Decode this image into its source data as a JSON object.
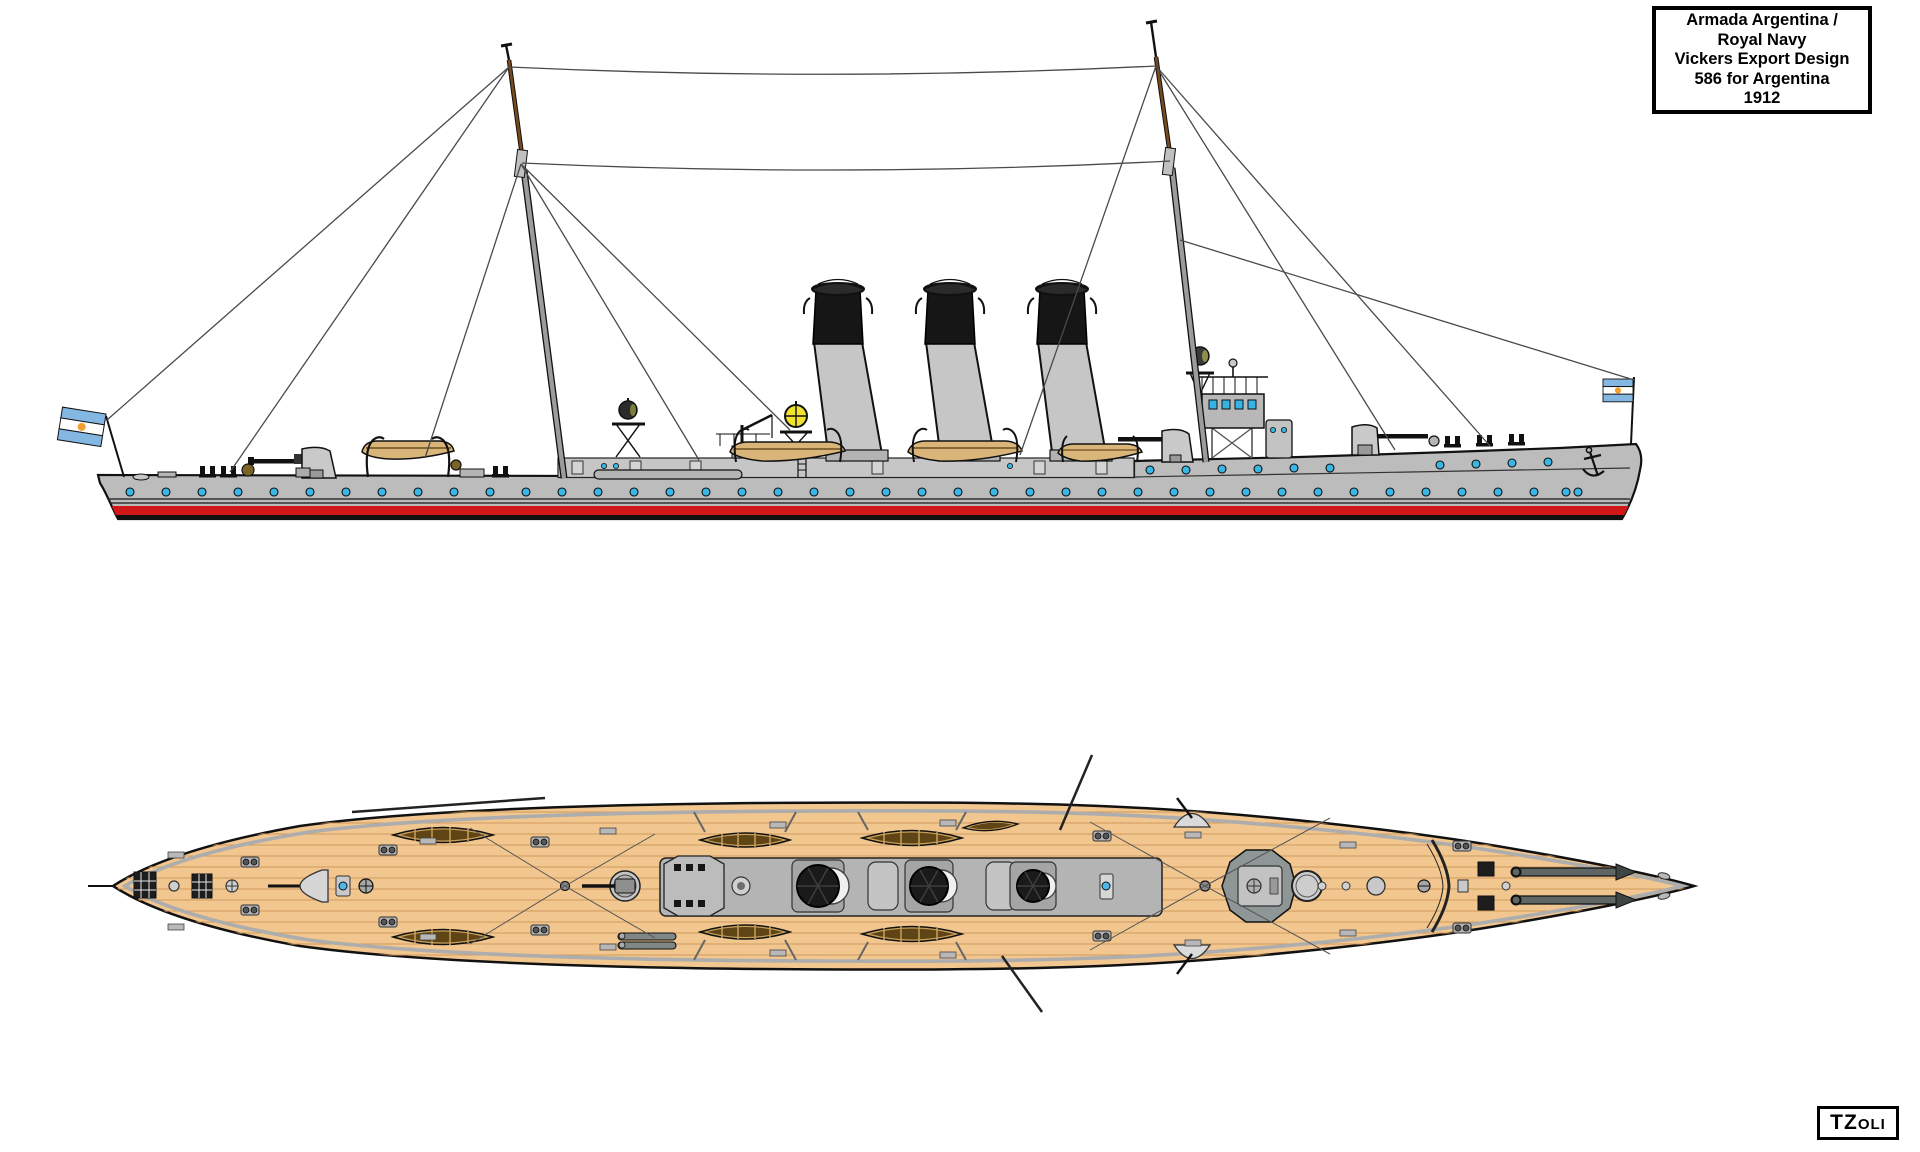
{
  "title_box": {
    "lines": [
      "Armada Argentina /",
      "Royal Navy",
      "Vickers Export Design",
      "586 for Argentina",
      "1912"
    ]
  },
  "signature_box": {
    "text": "TZoli"
  },
  "flags": {
    "country": "Argentina",
    "stripe_blue": "#85b7e3",
    "stripe_white": "#ffffff",
    "sun_gold": "#f0a030"
  },
  "palette": {
    "background": "#ffffff",
    "hull_gray": "#bcbcbc",
    "superstructure_gray": "#c6c6c6",
    "bridge_gray": "#8f9696",
    "outline_black": "#111111",
    "waterline_red": "#cf1717",
    "boot_black": "#111111",
    "porthole_blue": "#3ab6e6",
    "deck_plank_tan": "#f2c68f",
    "plank_line_tan": "#cf9a5d",
    "boat_wood": "#d9b57a",
    "boat_interior_brown": "#5f4516",
    "funnel_cap_black": "#1a1a1a",
    "topmast_brown": "#7a4a1c",
    "searchlight_yellow": "#f2e22e"
  },
  "drawing": {
    "funnel_count": 3,
    "mast_count": 2,
    "views": [
      "side profile",
      "deck plan"
    ]
  }
}
